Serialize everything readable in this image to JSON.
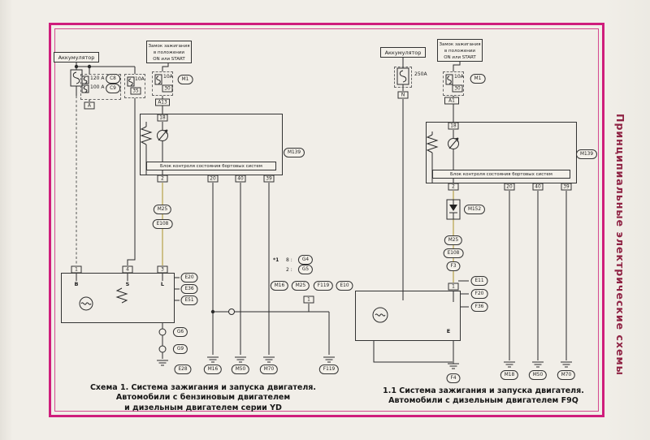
{
  "page": {
    "side_title": "Принципиальные электрические схемы"
  },
  "left": {
    "battery": "Аккумулятор",
    "ignition": [
      "Замок зажигания",
      "в положении",
      "ON или START"
    ],
    "fuse_block": {
      "amp1": "120 A",
      "ref1": "C8",
      "amp2": "100 A",
      "ref2": "C9",
      "block": "A"
    },
    "fuse2": {
      "amp": "10A",
      "num": "35"
    },
    "fuse3": {
      "amp": "10A",
      "num": "30",
      "block": "A13",
      "conn": "M1"
    },
    "bcm": {
      "label": "Блок контроля состояния бортовых систем",
      "conn": "M139",
      "pin": "18"
    },
    "out_pins": [
      "2",
      "20",
      "40",
      "39"
    ],
    "chain": [
      "M25",
      "E108"
    ],
    "gen": {
      "pins": [
        "1",
        "4",
        "3"
      ],
      "letters": [
        "B",
        "S",
        "L"
      ],
      "conns": [
        "E20",
        "E36",
        "E51"
      ]
    },
    "splices": [
      "G6",
      "G9"
    ],
    "ground_e28": "E28",
    "grounds": [
      "M16",
      "M50",
      "M70",
      "F119"
    ],
    "note": {
      "star": "*1",
      "l1": "8 :",
      "ref1": "G4",
      "l2": "2 :",
      "ref2": "G5",
      "ovals": [
        "M16",
        "M25",
        "F119",
        "E10"
      ],
      "pin": "1"
    },
    "caption": [
      "Схема 1. Система зажигания и запуска двигателя.",
      "Автомобили с бензиновым двигателем",
      "и дизельным двигателем серии YD"
    ]
  },
  "right": {
    "battery": "Аккумулятор",
    "ignition": [
      "Замок зажигания",
      "в положении",
      "ON или START"
    ],
    "fuse1": {
      "amp": "250A",
      "block": "N"
    },
    "fuse2": {
      "amp": "10A",
      "num": "30",
      "block": "A1",
      "conn": "M1"
    },
    "bcm": {
      "label": "Блок контроля состояния бортовых систем",
      "conn": "M139",
      "pin": "18"
    },
    "out_pins": [
      "2",
      "20",
      "40",
      "39"
    ],
    "diode_conn": "M152",
    "chain": [
      "M25",
      "E108",
      "F3"
    ],
    "box": {
      "pin": "1",
      "letter": "E",
      "conns": [
        "E11",
        "F20",
        "F36"
      ]
    },
    "ground_f4": "F4",
    "grounds": [
      "M18",
      "M50",
      "M70"
    ],
    "caption": [
      "1.1 Система зажигания и запуска двигателя.",
      "Автомобили с дизельным двигателем F9Q"
    ]
  }
}
